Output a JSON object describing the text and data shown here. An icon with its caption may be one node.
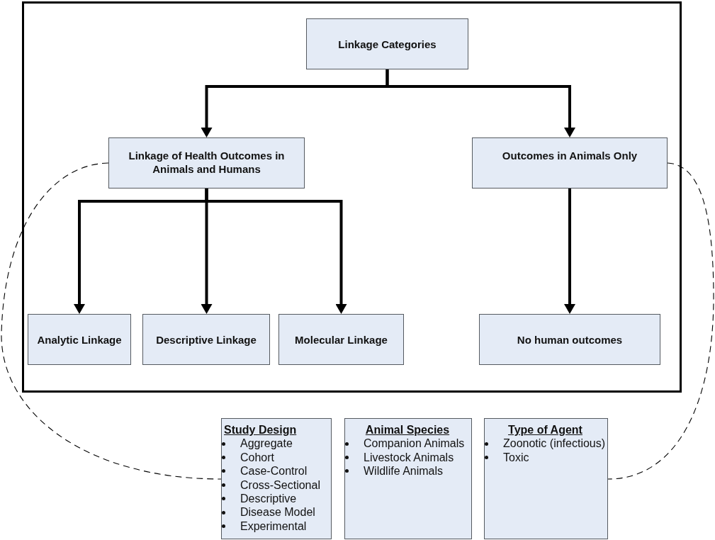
{
  "diagram": {
    "nodes": [
      {
        "text": [],
        "shape": "box"
      },
      {
        "text": [
          "Linkage Categories"
        ],
        "in": 0
      },
      {
        "text": [
          "Linkage of Health Outcomes in Animals and Humans"
        ],
        "in": 0
      },
      {
        "text": [
          "Outcomes in Animals Only"
        ],
        "in": 0
      },
      {
        "text": [
          "Analytic Linkage"
        ],
        "in": 0
      },
      {
        "text": [
          "Descriptive Linkage"
        ],
        "in": 0
      },
      {
        "text": [
          "Molecular Linkage"
        ],
        "in": 0
      },
      {
        "text": [
          "No human outcomes"
        ],
        "in": 0
      },
      {
        "text": [
          "Study Design",
          "Aggregate",
          "Cohort",
          "Case-Control",
          "Cross-Sectional",
          "Descriptive",
          "Disease Model",
          "Experimental"
        ]
      },
      {
        "text": [
          "Animal Species",
          "Companion Animals",
          "Livestock Animals",
          "Wildlife Animals"
        ]
      },
      {
        "text": [
          "Type of Agent",
          "Zoonotic (infectious)",
          "Toxic"
        ]
      }
    ],
    "edges": [
      {
        "from": 1,
        "to": 2,
        "arrow": "to"
      },
      {
        "from": 1,
        "to": 3,
        "arrow": "to"
      },
      {
        "from": 2,
        "to": 4,
        "arrow": "to"
      },
      {
        "from": 2,
        "to": 5,
        "arrow": "to"
      },
      {
        "from": 2,
        "to": 6,
        "arrow": "to"
      },
      {
        "from": 3,
        "to": 7,
        "arrow": "to"
      },
      {
        "from": 2,
        "to": 8,
        "arrow": "none",
        "style": "dashed"
      },
      {
        "from": 3,
        "to": 10,
        "arrow": "none",
        "style": "dashed"
      }
    ]
  }
}
